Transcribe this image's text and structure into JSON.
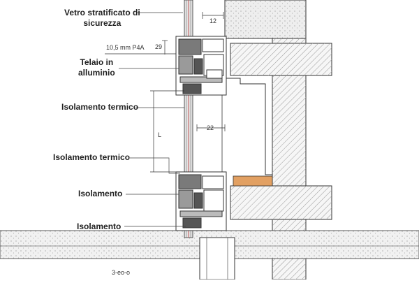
{
  "labels": {
    "vetro": {
      "line1": "Vetro stratificato di",
      "line2": "sicurezza"
    },
    "telaio": {
      "line1": "Telaio in",
      "line2": "alluminio"
    },
    "isolamento_termico_1": "Isolamento termico",
    "isolamento_termico_2": "Isolamento termico",
    "isolamento_1": "Isolamento",
    "isolamento_2": "Isolamento"
  },
  "dimensions": {
    "d12": "12",
    "glass_spec": "10,5 mm P4A",
    "d29": "29",
    "d22": "22",
    "L": "L",
    "bottom_note": "3-eo-o"
  },
  "colors": {
    "line": "#333333",
    "concrete": "#e9e9e9",
    "hatch": "#9a9a9a",
    "insulation": "#e2a062",
    "glass": "#d9d9d9",
    "glass_core": "#c05a5a",
    "frame": "#6d6d6d"
  }
}
